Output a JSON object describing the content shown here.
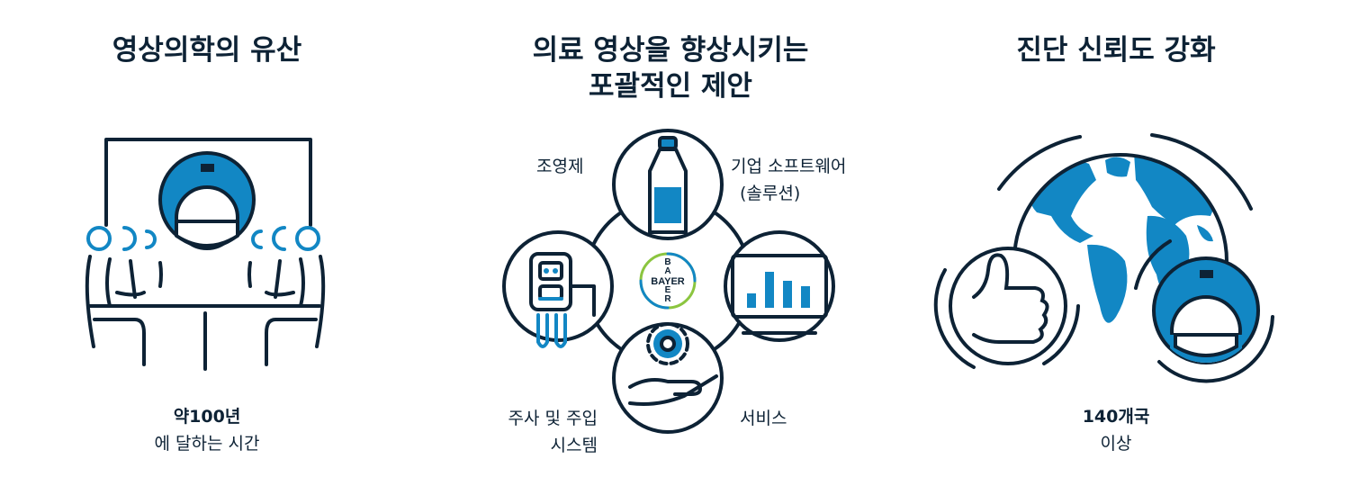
{
  "colors": {
    "navy": "#0d2235",
    "blue": "#1287c4",
    "bayer_green": "#8bc53f"
  },
  "sections": [
    {
      "title": "영상의학의 유산",
      "caption_strong": "약100년",
      "caption_line2": "에 달하는 시간",
      "icon": "radiology-reading-room-icon"
    },
    {
      "title_line1": "의료 영상을 향상시키는",
      "title_line2": "포괄적인 제안",
      "icon": "bayer-offering-cycle-icon",
      "labels": {
        "contrast": "조영제",
        "software_line1": "기업 소프트웨어",
        "software_line2": "(솔루션)",
        "injection_line1": "주사 및 주입",
        "injection_line2": "시스템",
        "service": "서비스"
      },
      "logo_text": "BAYER"
    },
    {
      "title": "진단 신뢰도 강화",
      "caption_strong": "140개국",
      "caption_line2": "이상",
      "icon": "global-confidence-icon"
    }
  ]
}
